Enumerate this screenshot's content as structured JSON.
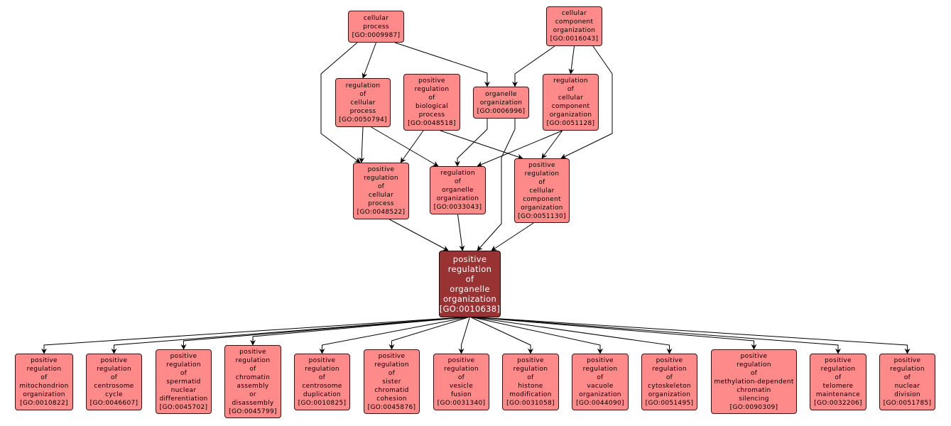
{
  "colors": {
    "node_fill": "#ff8a8a",
    "focus_fill": "#993333",
    "edge": "#000000",
    "background": "#ffffff"
  },
  "nodes": [
    {
      "id": "GO:0009987",
      "lines": [
        "cellular",
        "process",
        "[GO:0009987]"
      ]
    },
    {
      "id": "GO:0016043",
      "lines": [
        "cellular",
        "component",
        "organization",
        "[GO:0016043]"
      ]
    },
    {
      "id": "GO:0050794",
      "lines": [
        "regulation",
        "of",
        "cellular",
        "process",
        "[GO:0050794]"
      ]
    },
    {
      "id": "GO:0048518",
      "lines": [
        "positive",
        "regulation",
        "of",
        "biological",
        "process",
        "[GO:0048518]"
      ]
    },
    {
      "id": "GO:0006996",
      "lines": [
        "organelle",
        "organization",
        "[GO:0006996]"
      ]
    },
    {
      "id": "GO:0051128",
      "lines": [
        "regulation",
        "of",
        "cellular",
        "component",
        "organization",
        "[GO:0051128]"
      ]
    },
    {
      "id": "GO:0048522",
      "lines": [
        "positive",
        "regulation",
        "of",
        "cellular",
        "process",
        "[GO:0048522]"
      ]
    },
    {
      "id": "GO:0033043",
      "lines": [
        "regulation",
        "of",
        "organelle",
        "organization",
        "[GO:0033043]"
      ]
    },
    {
      "id": "GO:0051130",
      "lines": [
        "positive",
        "regulation",
        "of",
        "cellular",
        "component",
        "organization",
        "[GO:0051130]"
      ]
    },
    {
      "id": "GO:0010638",
      "focus": true,
      "lines": [
        "positive",
        "regulation",
        "of",
        "organelle",
        "organization",
        "[GO:0010638]"
      ]
    },
    {
      "id": "GO:0010822",
      "lines": [
        "positive",
        "regulation",
        "of",
        "mitochondrion",
        "organization",
        "[GO:0010822]"
      ]
    },
    {
      "id": "GO:0046607",
      "lines": [
        "positive",
        "regulation",
        "of",
        "centrosome",
        "cycle",
        "[GO:0046607]"
      ]
    },
    {
      "id": "GO:0045702",
      "lines": [
        "positive",
        "regulation",
        "of",
        "spermatid",
        "nuclear",
        "differentiation",
        "[GO:0045702]"
      ]
    },
    {
      "id": "GO:0045799",
      "lines": [
        "positive",
        "regulation",
        "of",
        "chromatin",
        "assembly",
        "or",
        "disassembly",
        "[GO:0045799]"
      ]
    },
    {
      "id": "GO:0010825",
      "lines": [
        "positive",
        "regulation",
        "of",
        "centrosome",
        "duplication",
        "[GO:0010825]"
      ]
    },
    {
      "id": "GO:0045876",
      "lines": [
        "positive",
        "regulation",
        "of",
        "sister",
        "chromatid",
        "cohesion",
        "[GO:0045876]"
      ]
    },
    {
      "id": "GO:0031340",
      "lines": [
        "positive",
        "regulation",
        "of",
        "vesicle",
        "fusion",
        "[GO:0031340]"
      ]
    },
    {
      "id": "GO:0031058",
      "lines": [
        "positive",
        "regulation",
        "of",
        "histone",
        "modification",
        "[GO:0031058]"
      ]
    },
    {
      "id": "GO:0044090",
      "lines": [
        "positive",
        "regulation",
        "of",
        "vacuole",
        "organization",
        "[GO:0044090]"
      ]
    },
    {
      "id": "GO:0051495",
      "lines": [
        "positive",
        "regulation",
        "of",
        "cytoskeleton",
        "organization",
        "[GO:0051495]"
      ]
    },
    {
      "id": "GO:0090309",
      "lines": [
        "positive",
        "regulation",
        "of",
        "methylation-dependent",
        "chromatin",
        "silencing",
        "[GO:0090309]"
      ]
    },
    {
      "id": "GO:0032206",
      "lines": [
        "positive",
        "regulation",
        "of",
        "telomere",
        "maintenance",
        "[GO:0032206]"
      ]
    },
    {
      "id": "GO:0051785",
      "lines": [
        "positive",
        "regulation",
        "of",
        "nuclear",
        "division",
        "[GO:0051785]"
      ]
    }
  ],
  "edges": [
    [
      "GO:0009987",
      "GO:0050794"
    ],
    [
      "GO:0009987",
      "GO:0006996"
    ],
    [
      "GO:0009987",
      "GO:0048522"
    ],
    [
      "GO:0016043",
      "GO:0006996"
    ],
    [
      "GO:0016043",
      "GO:0051128"
    ],
    [
      "GO:0016043",
      "GO:0051130"
    ],
    [
      "GO:0050794",
      "GO:0048522"
    ],
    [
      "GO:0050794",
      "GO:0033043"
    ],
    [
      "GO:0048518",
      "GO:0048522"
    ],
    [
      "GO:0048518",
      "GO:0051130"
    ],
    [
      "GO:0006996",
      "GO:0033043"
    ],
    [
      "GO:0006996",
      "GO:0010638"
    ],
    [
      "GO:0051128",
      "GO:0033043"
    ],
    [
      "GO:0051128",
      "GO:0051130"
    ],
    [
      "GO:0048522",
      "GO:0010638"
    ],
    [
      "GO:0033043",
      "GO:0010638"
    ],
    [
      "GO:0051130",
      "GO:0010638"
    ],
    [
      "GO:0010638",
      "GO:0010822"
    ],
    [
      "GO:0010638",
      "GO:0046607"
    ],
    [
      "GO:0010638",
      "GO:0045702"
    ],
    [
      "GO:0010638",
      "GO:0045799"
    ],
    [
      "GO:0010638",
      "GO:0010825"
    ],
    [
      "GO:0010638",
      "GO:0045876"
    ],
    [
      "GO:0010638",
      "GO:0031340"
    ],
    [
      "GO:0010638",
      "GO:0031058"
    ],
    [
      "GO:0010638",
      "GO:0044090"
    ],
    [
      "GO:0010638",
      "GO:0051495"
    ],
    [
      "GO:0010638",
      "GO:0090309"
    ],
    [
      "GO:0010638",
      "GO:0032206"
    ],
    [
      "GO:0010638",
      "GO:0051785"
    ]
  ]
}
